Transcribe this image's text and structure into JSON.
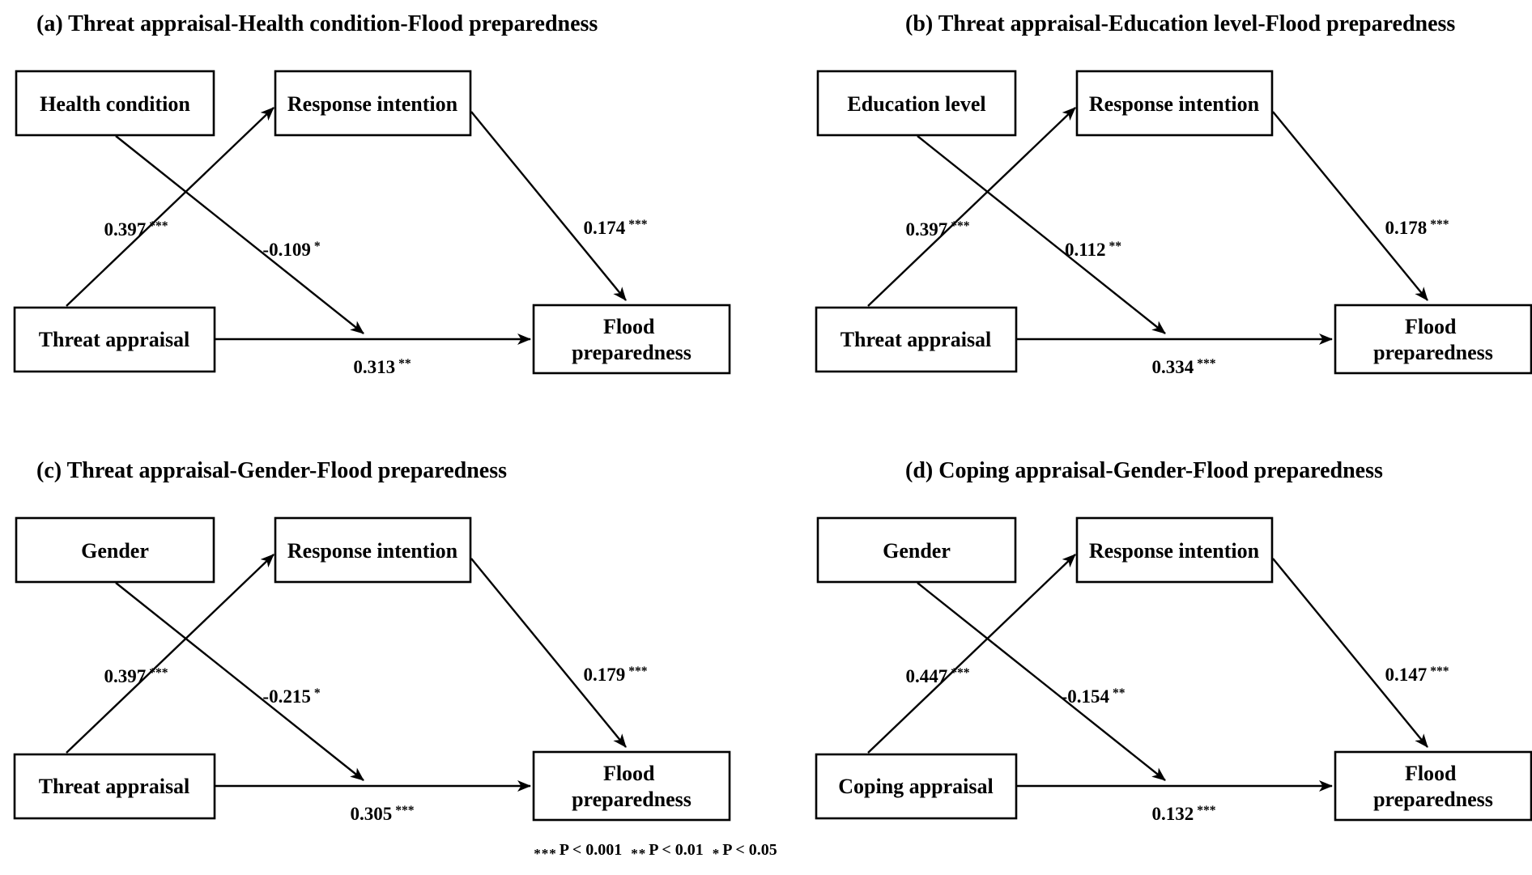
{
  "figure": {
    "background_color": "#ffffff",
    "ink_color": "#000000",
    "footnote_segments": [
      {
        "stars": "***",
        "text": "P < 0.001"
      },
      {
        "stars": "**",
        "text": "P < 0.01"
      },
      {
        "stars": "*",
        "text": "P < 0.05"
      }
    ]
  },
  "panels": [
    {
      "letter": "a",
      "title": "(a) Threat appraisal-Health condition-Flood preparedness",
      "boxes": {
        "moderator": "Health condition",
        "mediator": "Response intention",
        "predictor": "Threat appraisal",
        "outcome_lines": [
          "Flood",
          "preparedness"
        ]
      },
      "paths": {
        "predictor_to_mediator": {
          "value": "0.397",
          "stars": "***"
        },
        "moderator_to_direct_path": {
          "value": "-0.109",
          "stars": "*"
        },
        "mediator_to_outcome": {
          "value": "0.174",
          "stars": "***"
        },
        "predictor_to_outcome": {
          "value": "0.313",
          "stars": "**"
        }
      }
    },
    {
      "letter": "b",
      "title": "(b) Threat appraisal-Education level-Flood preparedness",
      "boxes": {
        "moderator": "Education level",
        "mediator": "Response intention",
        "predictor": "Threat appraisal",
        "outcome_lines": [
          "Flood",
          "preparedness"
        ]
      },
      "paths": {
        "predictor_to_mediator": {
          "value": "0.397",
          "stars": "***"
        },
        "moderator_to_direct_path": {
          "value": "0.112",
          "stars": "**"
        },
        "mediator_to_outcome": {
          "value": "0.178",
          "stars": "***"
        },
        "predictor_to_outcome": {
          "value": "0.334",
          "stars": "***"
        }
      }
    },
    {
      "letter": "c",
      "title": "(c) Threat appraisal-Gender-Flood preparedness",
      "boxes": {
        "moderator": "Gender",
        "mediator": "Response intention",
        "predictor": "Threat appraisal",
        "outcome_lines": [
          "Flood",
          "preparedness"
        ]
      },
      "paths": {
        "predictor_to_mediator": {
          "value": "0.397",
          "stars": "***"
        },
        "moderator_to_direct_path": {
          "value": "-0.215",
          "stars": "*"
        },
        "mediator_to_outcome": {
          "value": "0.179",
          "stars": "***"
        },
        "predictor_to_outcome": {
          "value": "0.305",
          "stars": "***"
        }
      }
    },
    {
      "letter": "d",
      "title": "(d) Coping appraisal-Gender-Flood preparedness",
      "boxes": {
        "moderator": "Gender",
        "mediator": "Response intention",
        "predictor": "Coping appraisal",
        "outcome_lines": [
          "Flood",
          "preparedness"
        ]
      },
      "paths": {
        "predictor_to_mediator": {
          "value": "0.447",
          "stars": "***"
        },
        "moderator_to_direct_path": {
          "value": "-0.154",
          "stars": "**"
        },
        "mediator_to_outcome": {
          "value": "0.147",
          "stars": "***"
        },
        "predictor_to_outcome": {
          "value": "0.132",
          "stars": "***"
        }
      }
    }
  ]
}
